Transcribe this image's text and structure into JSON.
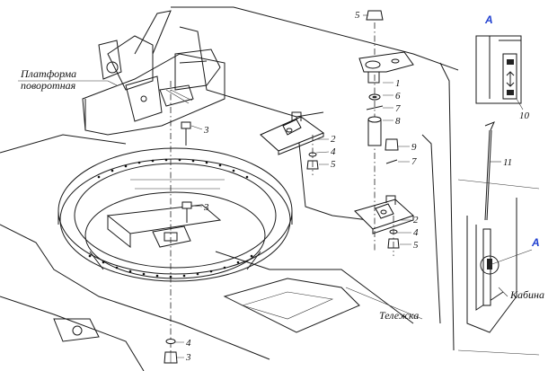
{
  "labels": {
    "platform_line1": "Платформа",
    "platform_line2": "поворотная",
    "trolley": "Тележка",
    "cabin": "Кабина",
    "view_a_top": "А",
    "view_a_bottom": "А"
  },
  "callouts": {
    "c1": "1",
    "c5a": "5",
    "c6": "6",
    "c7a": "7",
    "c8": "8",
    "c9": "9",
    "c7b": "7",
    "c3a": "3",
    "c2a": "2",
    "c4a": "4",
    "c5b": "5",
    "c3b": "3",
    "c2b": "2",
    "c4b": "4",
    "c5c": "5",
    "c4c": "4",
    "c3c": "3",
    "c10": "10",
    "c11": "11"
  }
}
